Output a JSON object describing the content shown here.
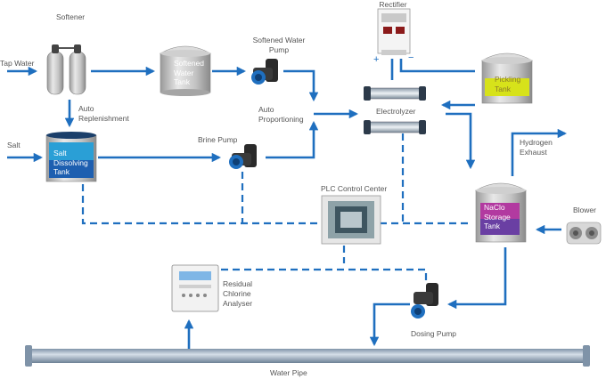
{
  "labels": {
    "softener": "Softener",
    "tap_water": "Tap Water",
    "auto_replenishment": [
      "Auto",
      "Replenishment"
    ],
    "softened_water_pump": [
      "Softened Water",
      "Pump"
    ],
    "rectifier": "Rectifier",
    "plus": "+",
    "minus": "−",
    "auto_proportioning": [
      "Auto",
      "Proportioning"
    ],
    "electrolyzer": "Electrolyzer",
    "salt": "Salt",
    "brine_pump": "Brine Pump",
    "hydrogen_exhaust": [
      "Hydrogen",
      "Exhaust"
    ],
    "plc_control_center": "PLC Control Center",
    "blower": "Blower",
    "residual_chlorine_analyser": [
      "Residual",
      "Chlorine",
      "Analyser"
    ],
    "dosing_pump": "Dosing Pump",
    "water_pipe": "Water Pipe"
  },
  "tanks": {
    "softened_water": [
      "Softened",
      "Water",
      "Tank"
    ],
    "salt_dissolving": [
      "Salt",
      "Dissolving",
      "Tank"
    ],
    "pickling": [
      "Pickling",
      "Tank"
    ],
    "naclo_storage": [
      "NaClo",
      "Storage",
      "Tank"
    ]
  },
  "colors": {
    "flow_line": "#1f6fbf",
    "salt_tank_fill": "#2a9fd6",
    "pickling_fill": "#d7e21a",
    "naclo_top": "#b23aa0",
    "naclo_bottom": "#6a3fa3"
  }
}
